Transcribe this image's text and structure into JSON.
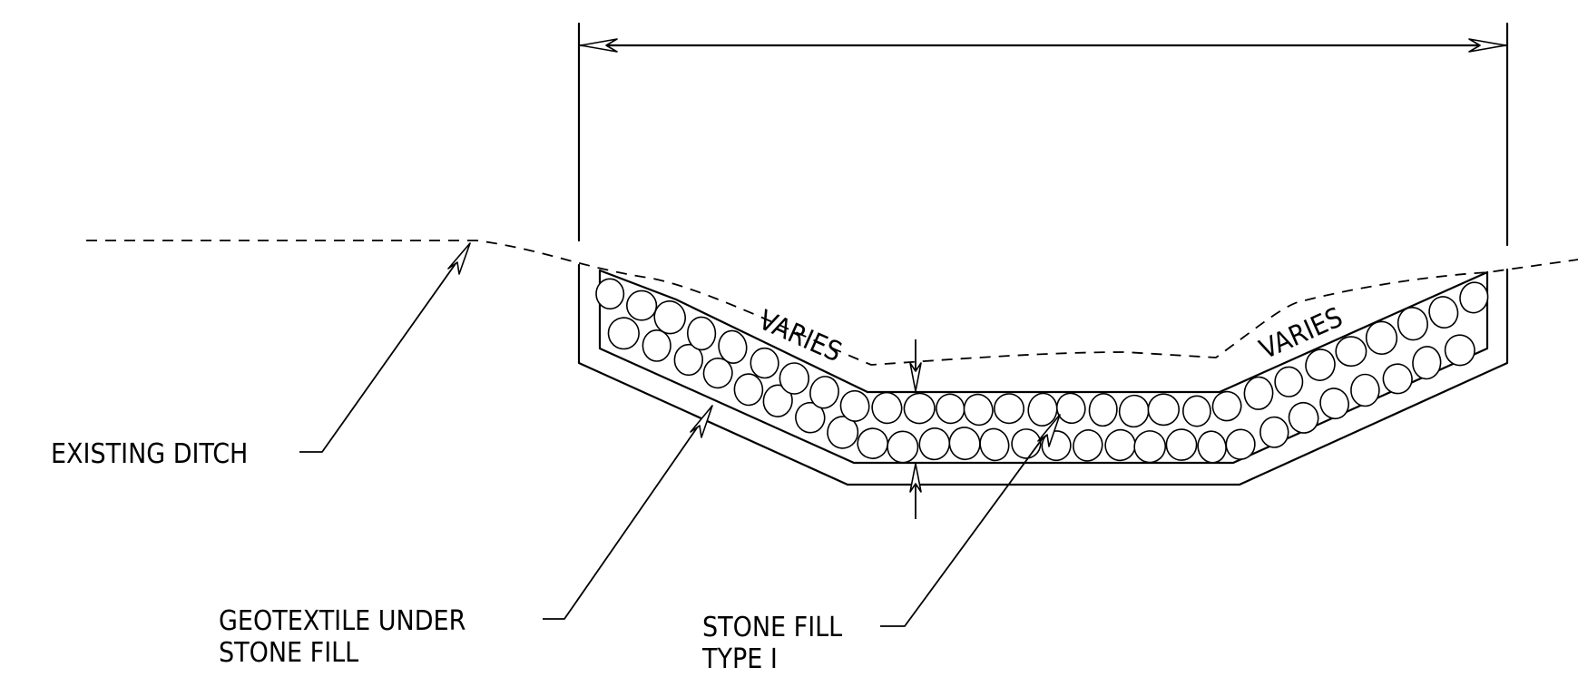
{
  "labels": {
    "existing_ditch": "EXISTING DITCH",
    "geotextile_line1": "GEOTEXTILE UNDER",
    "geotextile_line2": "STONE FILL",
    "stone_fill_line1": "STONE FILL",
    "stone_fill_line2": "TYPE I",
    "varies_left": "VARIES",
    "varies_right": "VARIES"
  },
  "colors": {
    "line": "#000000",
    "background": "#ffffff"
  }
}
